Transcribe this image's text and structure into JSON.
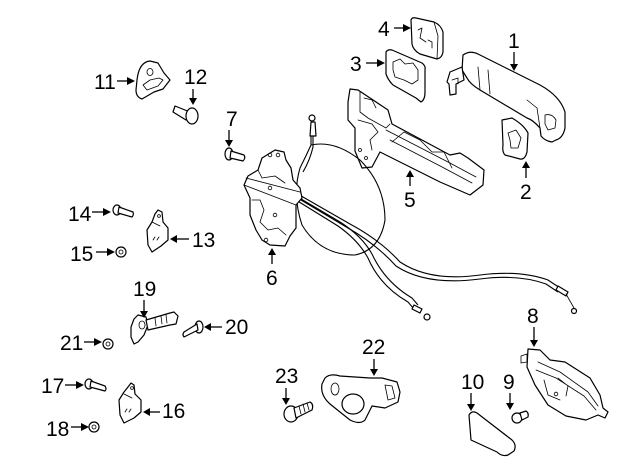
{
  "diagram": {
    "title": "Door handle and lock assembly exploded view",
    "colors": {
      "line": "#000000",
      "background": "#ffffff"
    },
    "callouts": [
      {
        "id": "1",
        "label": "1",
        "part": "outside-handle"
      },
      {
        "id": "2",
        "label": "2",
        "part": "handle-rear-gasket"
      },
      {
        "id": "3",
        "label": "3",
        "part": "handle-front-gasket"
      },
      {
        "id": "4",
        "label": "4",
        "part": "handle-cover"
      },
      {
        "id": "5",
        "label": "5",
        "part": "handle-bracket"
      },
      {
        "id": "6",
        "label": "6",
        "part": "door-lock-actuator"
      },
      {
        "id": "7",
        "label": "7",
        "part": "lock-screw"
      },
      {
        "id": "8",
        "label": "8",
        "part": "inside-handle"
      },
      {
        "id": "9",
        "label": "9",
        "part": "inside-handle-screw"
      },
      {
        "id": "10",
        "label": "10",
        "part": "handle-trim"
      },
      {
        "id": "11",
        "label": "11",
        "part": "striker-plate"
      },
      {
        "id": "12",
        "label": "12",
        "part": "clip"
      },
      {
        "id": "13",
        "label": "13",
        "part": "upper-hinge"
      },
      {
        "id": "14",
        "label": "14",
        "part": "upper-hinge-bolt"
      },
      {
        "id": "15",
        "label": "15",
        "part": "upper-hinge-nut"
      },
      {
        "id": "16",
        "label": "16",
        "part": "lower-hinge"
      },
      {
        "id": "17",
        "label": "17",
        "part": "lower-hinge-bolt"
      },
      {
        "id": "18",
        "label": "18",
        "part": "lower-hinge-nut"
      },
      {
        "id": "19",
        "label": "19",
        "part": "door-check"
      },
      {
        "id": "20",
        "label": "20",
        "part": "door-check-bolt"
      },
      {
        "id": "21",
        "label": "21",
        "part": "door-check-nut"
      },
      {
        "id": "22",
        "label": "22",
        "part": "door-switch"
      },
      {
        "id": "23",
        "label": "23",
        "part": "striker-bolt"
      }
    ]
  }
}
